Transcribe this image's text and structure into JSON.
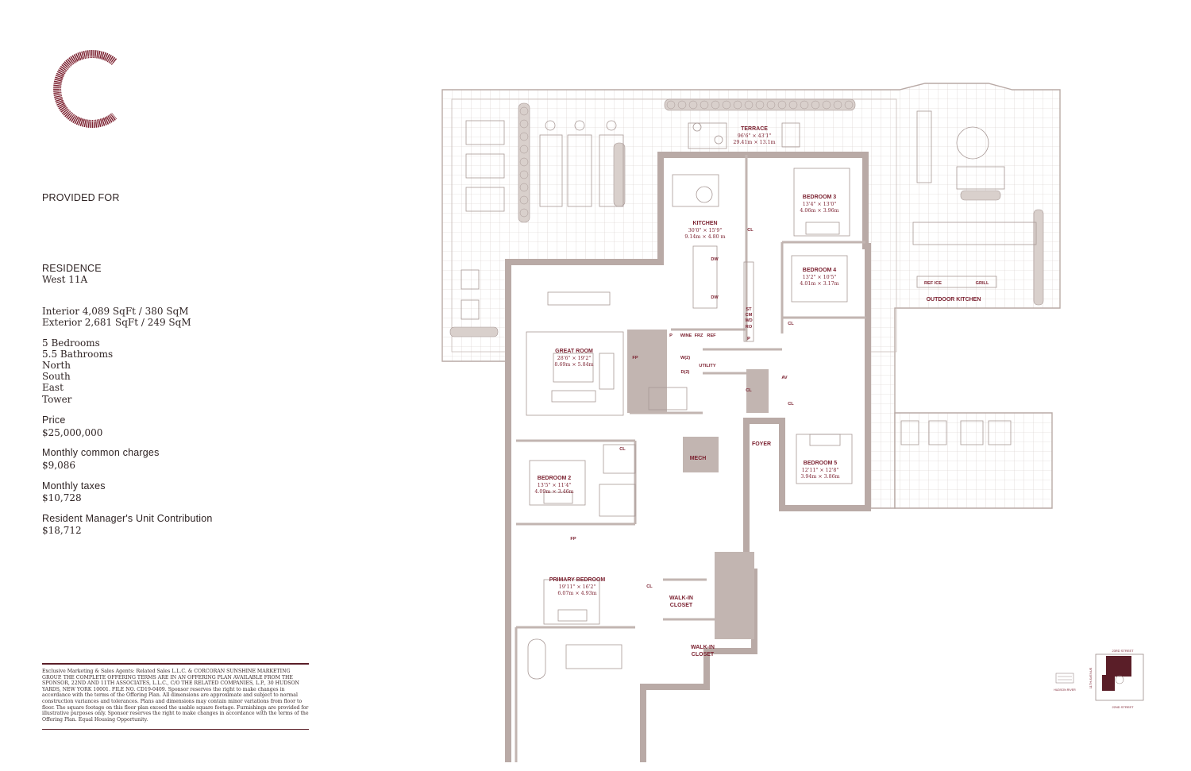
{
  "logo": {
    "letter": "C",
    "color": "#7a1f2e"
  },
  "sidebar": {
    "provided_for": "PROVIDED FOR",
    "residence_label": "RESIDENCE",
    "residence_value": "West 11A",
    "interior": "Interior 4,089 SqFt / 380 SqM",
    "exterior": "Exterior 2,681 SqFt / 249 SqM",
    "features": [
      "5 Bedrooms",
      "5.5 Bathrooms",
      "North",
      "South",
      "East",
      "Tower"
    ],
    "price_label": "Price",
    "price_value": "$25,000,000",
    "common_label": "Monthly common charges",
    "common_value": "$9,086",
    "taxes_label": "Monthly taxes",
    "taxes_value": "$10,728",
    "rm_label": "Resident Manager's Unit Contribution",
    "rm_value": "$18,712"
  },
  "disclaimer": "Exclusive Marketing & Sales Agents: Related Sales L.L.C. & CORCORAN SUNSHINE MARKETING GROUP. THE COMPLETE OFFERING TERMS ARE IN AN OFFERING PLAN AVAILABLE FROM THE SPONSOR, 22ND AND 11TH ASSOCIATES, L.L.C., C/O THE RELATED COMPANIES, L.P., 30 HUDSON YARDS, NEW YORK 10001. FILE NO. CD19-0409. Sponsor reserves the right to make changes in accordance with the terms of the Offering Plan. All dimensions are approximate and subject to normal construction variances and tolerances. Plans and dimensions may contain minor variations from floor to floor. The square footage on this floor plan exceed the usable square footage. Furnishings are provided for illustrative purposes only. Sponsor reserves the right to make changes in accordance with the terms of the Offering Plan. Equal Housing Opportunity.",
  "plan": {
    "rooms": {
      "terrace": {
        "name": "TERRACE",
        "dim1": "96'6\" × 43'1\"",
        "dim2": "29.41m × 13.1m"
      },
      "kitchen": {
        "name": "KITCHEN",
        "dim1": "30'0\" × 15'9\"",
        "dim2": "9.14m × 4.80 m"
      },
      "bedroom3": {
        "name": "BEDROOM 3",
        "dim1": "13'4\" × 13'0\"",
        "dim2": "4.06m × 3.96m"
      },
      "bedroom4": {
        "name": "BEDROOM 4",
        "dim1": "13'2\" × 10'5\"",
        "dim2": "4.01m × 3.17m"
      },
      "great_room": {
        "name": "GREAT ROOM",
        "dim1": "28'6\" × 19'2\"",
        "dim2": "8.69m × 5.84m"
      },
      "bedroom2": {
        "name": "BEDROOM 2",
        "dim1": "13'5\" × 11'4\"",
        "dim2": "4.09m × 3.46m"
      },
      "primary": {
        "name": "PRIMARY BEDROOM",
        "dim1": "19'11\" × 16'2\"",
        "dim2": "6.07m × 4.93m"
      },
      "bedroom5": {
        "name": "BEDROOM 5",
        "dim1": "12'11\" × 12'8\"",
        "dim2": "3.94m × 3.86m"
      }
    },
    "labels": {
      "outdoor_kitchen": "OUTDOOR KITCHEN",
      "ref_ice": "REF ICE",
      "grill": "GRILL",
      "foyer": "FOYER",
      "mech": "MECH",
      "walkin1": "WALK-IN",
      "walkin1b": "CLOSET",
      "walkin2": "WALK-IN",
      "walkin2b": "CLOSET",
      "utility": "UTILITY",
      "w2": "W(2)",
      "d2": "D(2)",
      "fp": "FP",
      "wine": "WINE",
      "frz": "FRZ",
      "ref": "REF",
      "p": "P",
      "dw": "DW",
      "cl": "CL",
      "av": "AV",
      "st": "ST",
      "cm": "CM",
      "wd": "WD",
      "ro": "RO"
    }
  },
  "keyplan": {
    "street_top": "23RD STREET",
    "street_bottom": "22ND STREET",
    "avenue": "11TH AVENUE",
    "river": "HUDSON RIVER"
  }
}
